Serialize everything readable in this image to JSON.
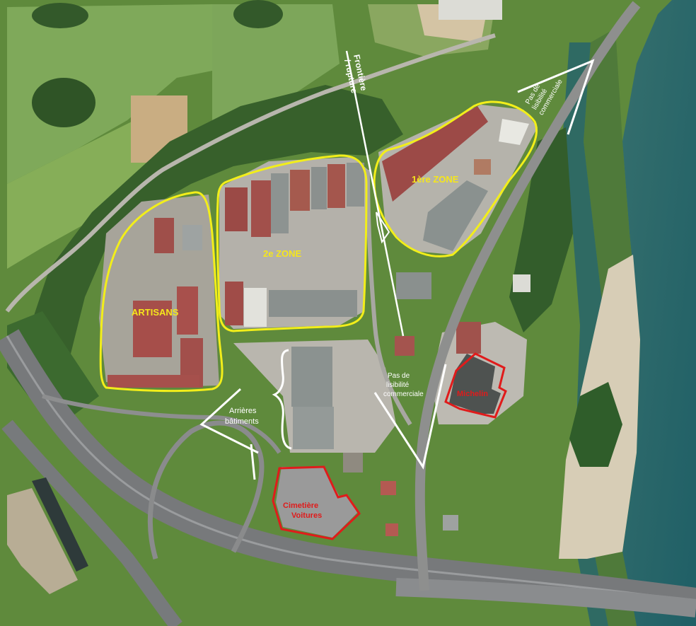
{
  "zones": {
    "zone1": "1ère ZONE",
    "zone2": "2e ZONE",
    "artisans": "ARTISANS"
  },
  "places": {
    "michelin": "Michelin",
    "cimetiere_line1": "Cimetière",
    "cimetiere_line2": "Voitures"
  },
  "annotations": {
    "frontiere_line1": "Frontière",
    "frontiere_line2": "/ rupture",
    "pas_lisib_top_1": "Pas de",
    "pas_lisib_top_2": "lisibilité",
    "pas_lisib_top_3": "commerciale",
    "pas_lisib_mid_1": "Pas de",
    "pas_lisib_mid_2": "lisibilité",
    "pas_lisib_mid_3": "commerciale",
    "arrieres_1": "Arrières",
    "arrieres_2": "bâtiments"
  },
  "colors": {
    "zone_outline": "#f2ee1a",
    "zone_label": "#f5e61c",
    "poi_outline": "#e01b1b",
    "poi_label": "#e01b1b",
    "annotation": "#ffffff",
    "water": "#2c6f72",
    "vegetation": "#456d33",
    "field": "#7ea552",
    "asphalt": "#b3b0aa",
    "roof_red": "#9c4a47",
    "roof_grey": "#8b9290"
  }
}
